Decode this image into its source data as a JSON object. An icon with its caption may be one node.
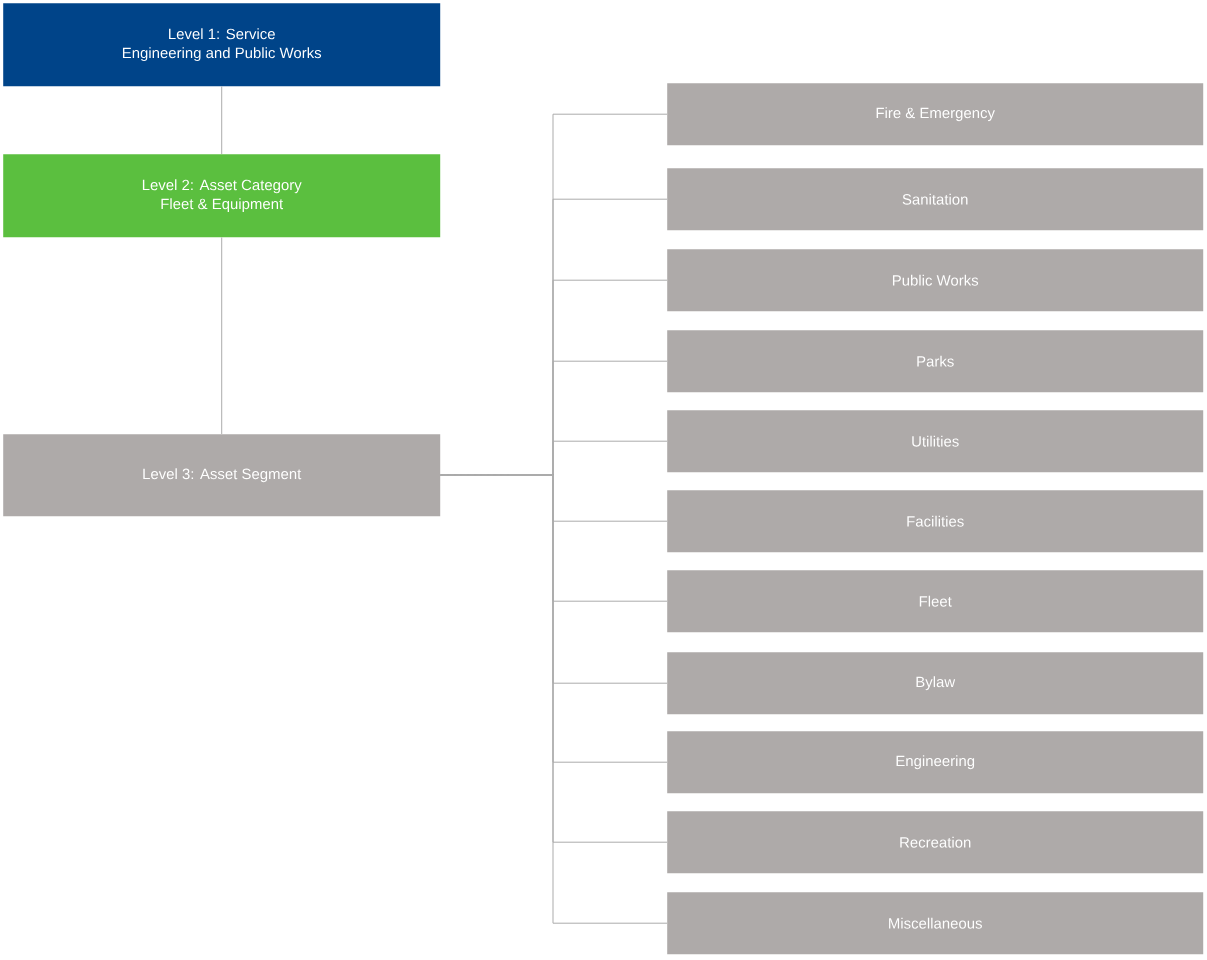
{
  "diagram": {
    "nodes": [
      {
        "text": [
          "Level 1: Service",
          "Engineering and Public Works"
        ]
      },
      {
        "text": [
          "Level 2: Asset Category",
          "Fleet & Equipment"
        ]
      },
      {
        "text": [
          "Level 3: Asset Segment"
        ]
      },
      {
        "text": [
          "Fire & Emergency"
        ]
      },
      {
        "text": [
          "Sanitation"
        ]
      },
      {
        "text": [
          "Public Works"
        ]
      },
      {
        "text": [
          "Parks"
        ]
      },
      {
        "text": [
          "Utilities"
        ]
      },
      {
        "text": [
          "Facilities"
        ]
      },
      {
        "text": [
          "Fleet"
        ]
      },
      {
        "text": [
          "Bylaw"
        ]
      },
      {
        "text": [
          "Engineering"
        ]
      },
      {
        "text": [
          "Recreation"
        ]
      },
      {
        "text": [
          "Miscellaneous"
        ]
      }
    ],
    "edges": [
      {
        "from": 0,
        "to": 1,
        "arrow": "none"
      },
      {
        "from": 1,
        "to": 2,
        "arrow": "none"
      },
      {
        "from": 2,
        "to": 3,
        "arrow": "none"
      },
      {
        "from": 2,
        "to": 4,
        "arrow": "none"
      },
      {
        "from": 2,
        "to": 5,
        "arrow": "none"
      },
      {
        "from": 2,
        "to": 6,
        "arrow": "none"
      },
      {
        "from": 2,
        "to": 7,
        "arrow": "none"
      },
      {
        "from": 2,
        "to": 8,
        "arrow": "none"
      },
      {
        "from": 2,
        "to": 9,
        "arrow": "none"
      },
      {
        "from": 2,
        "to": 10,
        "arrow": "none"
      },
      {
        "from": 2,
        "to": 11,
        "arrow": "none"
      },
      {
        "from": 2,
        "to": 12,
        "arrow": "none"
      },
      {
        "from": 2,
        "to": 13,
        "arrow": "none"
      }
    ]
  }
}
